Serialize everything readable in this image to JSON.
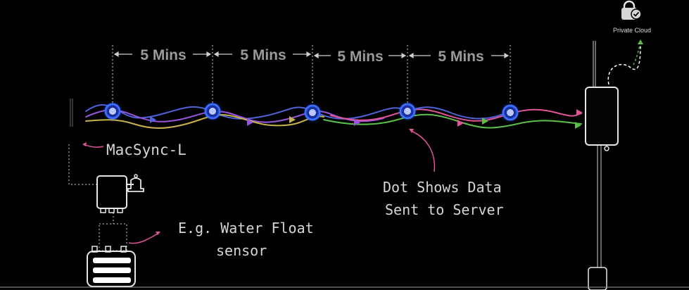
{
  "intervals": [
    "5 Mins",
    "5 Mins",
    "5 Mins",
    "5 Mins"
  ],
  "labels": {
    "device": "MacSync-L",
    "dot_line1": "Dot Shows Data",
    "dot_line2": "Sent to Server",
    "sensor_line1": "E.g. Water Float",
    "sensor_line2": "sensor",
    "cloud": "Private Cloud"
  },
  "colors": {
    "blue_wave": "#4f63d9",
    "purple_wave": "#9a55e0",
    "yellow_wave": "#c9b34a",
    "pink_wave": "#e0559a",
    "green_wave": "#5cbf4a",
    "dot": "#3a6cff",
    "text": "#d6d6d6",
    "interval_text": "#9a9a9a"
  },
  "icons": {
    "cloud": "lock-check-icon",
    "gateway": "gateway-device-icon",
    "sensor": "float-sensor-icon"
  }
}
